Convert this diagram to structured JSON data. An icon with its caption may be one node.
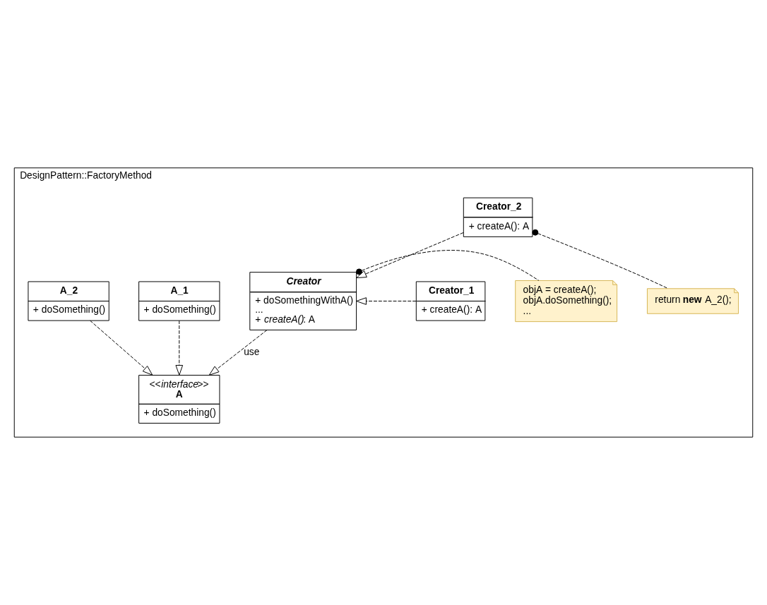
{
  "diagram": {
    "nodes": [
      {
        "text": [
          "DesignPattern::FactoryMethod"
        ]
      },
      {
        "text": [
          "Creator_1",
          "+ createA(): A"
        ],
        "in": 0
      },
      {
        "text": [
          "Creator_2",
          "+ createA(): A"
        ],
        "in": 0
      },
      {
        "text": [
          "Creator",
          "+ doSomethingWithA()",
          "...",
          "+ *createA()*: A"
        ],
        "in": 0
      },
      {
        "text": [
          "objA = createA();",
          "objA.doSomething();",
          "..."
        ],
        "in": 0
      },
      {
        "text": [
          "return **new** A_2();"
        ],
        "in": 0
      },
      {
        "text": [
          "<<*interface*>>",
          "A",
          "+ doSomething()"
        ],
        "in": 0
      },
      {
        "text": [
          "A_1",
          "+ doSomething()"
        ],
        "in": 0
      },
      {
        "text": [
          "A_2",
          "+ doSomething()"
        ],
        "in": 0
      }
    ],
    "edges": [
      {
        "from": 1,
        "to": 3,
        "arrow": "to",
        "style": "dashed"
      },
      {
        "from": 2,
        "to": 3,
        "arrow": "to",
        "style": "dashed"
      },
      {
        "from": 3,
        "to": 4,
        "arrow": "other",
        "style": "dashed"
      },
      {
        "from": 2,
        "to": 5,
        "arrow": "other",
        "style": "dashed"
      },
      {
        "from": 3,
        "to": 6,
        "arrow": "to",
        "style": "dashed",
        "label": "use"
      },
      {
        "from": 7,
        "to": 6,
        "arrow": "to",
        "style": "dashed"
      },
      {
        "from": 8,
        "to": 6,
        "arrow": "to",
        "style": "dashed"
      }
    ]
  }
}
